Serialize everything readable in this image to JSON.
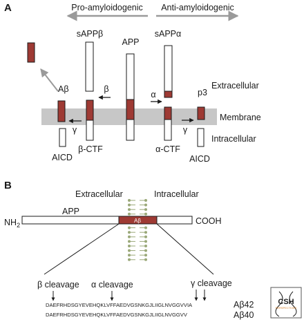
{
  "panel_a": {
    "label": "A",
    "pro_amyloidogenic": "Pro-amyloidogenic",
    "anti_amyloidogenic": "Anti-amyloidogenic",
    "sappb": "sAPPβ",
    "app": "APP",
    "sappa": "sAPPα",
    "abeta": "Aβ",
    "beta": "β",
    "alpha": "α",
    "gamma_left": "γ",
    "gamma_right": "γ",
    "p3": "p3",
    "extracellular": "Extracellular",
    "membrane": "Membrane",
    "intracellular": "Intracellular",
    "beta_ctf": "β-CTF",
    "alpha_ctf": "α-CTF",
    "aicd_left": "AICD",
    "aicd_right": "AICD"
  },
  "panel_b": {
    "label": "B",
    "extracellular": "Extracellular",
    "intracellular": "Intracellular",
    "app": "APP",
    "nh2": "NH",
    "nh2_sub": "2",
    "cooh": "COOH",
    "abeta_box": "Aβ",
    "beta_cleavage": "β cleavage",
    "alpha_cleavage": "α cleavage",
    "gamma_cleavage": "γ cleavage",
    "seq42": "DAEFRHDSGYEVEHQKLVFFAEDVGSNKGJLIIGLNVGGVVIA",
    "seq40": "DAEFRHDSGYEVEHQKLVFFAEDVGSNKGJLIIGLNVGGVV",
    "ab42": "Aβ42",
    "ab40": "Aβ40"
  },
  "logo": {
    "text": "CSH",
    "subtext": "PERSPECTIVES"
  },
  "colors": {
    "abeta_red": "#9e3a34",
    "membrane_gray": "#c7c7c7",
    "arrow_gray": "#9a9a9a",
    "lipid_green": "#9aa878",
    "logo_orange": "#d9822b"
  }
}
